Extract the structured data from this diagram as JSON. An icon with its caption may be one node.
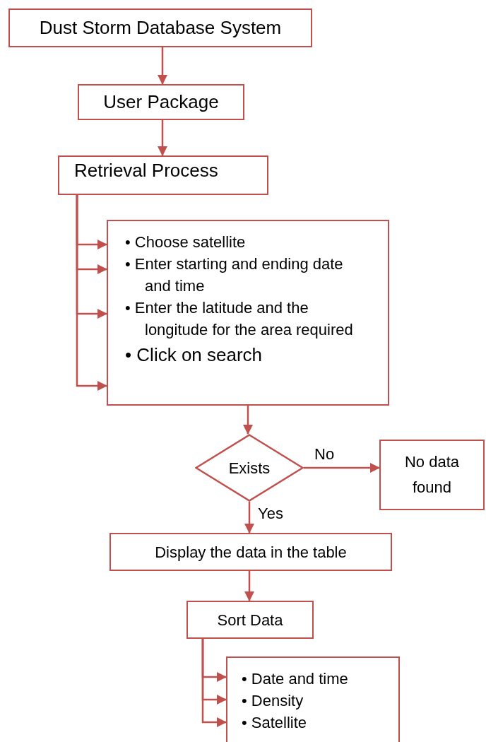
{
  "diagram": {
    "nodes": [
      {
        "text": [
          "Dust Storm Database System"
        ]
      },
      {
        "text": [
          "User Package"
        ]
      },
      {
        "text": [
          "Retrieval Process"
        ]
      },
      {
        "text": [
          "• Choose satellite",
          "• Enter starting and ending date and time",
          "• Enter the latitude and the longitude for the area required",
          "• Click on search"
        ]
      },
      {
        "text": [
          "Exists"
        ]
      },
      {
        "text": [
          "No data found"
        ]
      },
      {
        "text": [
          "Display the data in the table"
        ]
      },
      {
        "text": [
          "Sort Data"
        ]
      },
      {
        "text": [
          "• Date and time",
          "• Density",
          "• Satellite"
        ]
      }
    ],
    "edges": [
      {
        "from": 0,
        "to": 1,
        "arrow": "to"
      },
      {
        "from": 1,
        "to": 2,
        "arrow": "to"
      },
      {
        "from": 2,
        "to": 3,
        "arrow": "to"
      },
      {
        "from": 2,
        "to": 3,
        "arrow": "to"
      },
      {
        "from": 2,
        "to": 3,
        "arrow": "to"
      },
      {
        "from": 2,
        "to": 3,
        "arrow": "to"
      },
      {
        "from": 3,
        "to": 4,
        "arrow": "to"
      },
      {
        "from": 4,
        "to": 5,
        "arrow": "to",
        "label": "No"
      },
      {
        "from": 4,
        "to": 6,
        "arrow": "to",
        "label": "Yes"
      },
      {
        "from": 6,
        "to": 7,
        "arrow": "to"
      },
      {
        "from": 7,
        "to": 8,
        "arrow": "to"
      },
      {
        "from": 7,
        "to": 8,
        "arrow": "to"
      },
      {
        "from": 7,
        "to": 8,
        "arrow": "to"
      }
    ]
  }
}
